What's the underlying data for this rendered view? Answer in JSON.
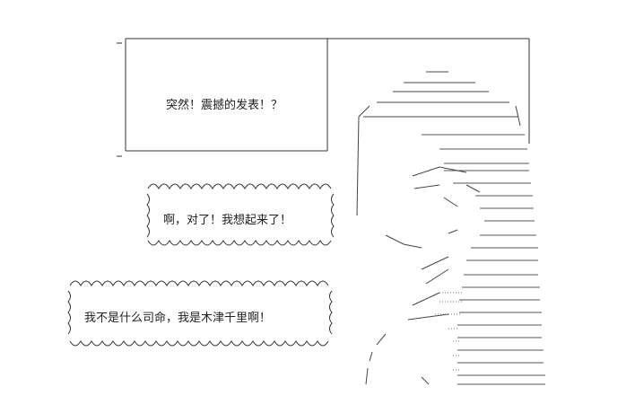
{
  "captions": {
    "panel": "突然！震撼的发表！？",
    "cloud_top": "啊，对了！我想起来了！",
    "cloud_bottom": "我不是什么司命，我是木津千里啊！"
  },
  "colors": {
    "ink": "#222222",
    "background": "#ffffff"
  }
}
